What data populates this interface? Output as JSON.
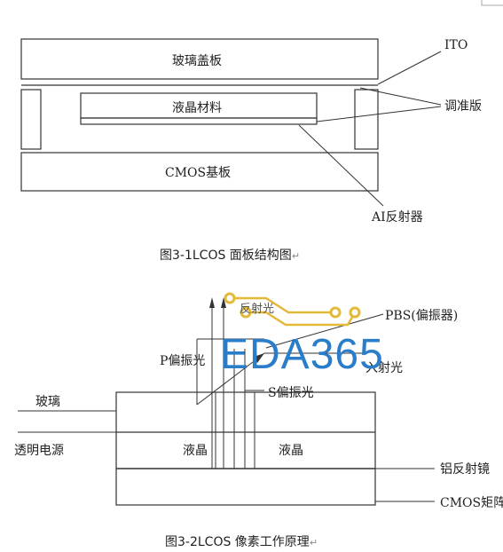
{
  "figure1": {
    "glass_cover": "玻璃盖板",
    "liquid_crystal": "液晶材料",
    "cmos_substrate": "CMOS基板",
    "ito": "ITO",
    "alignment_plate": "调准版",
    "al_reflector": "AI反射器",
    "caption": "图3-1LCOS 面板结构图",
    "caption_mark": "↵"
  },
  "figure2": {
    "reflected_light": "反射光",
    "pbs": "PBS(偏振器)",
    "p_polarized": "P偏振光",
    "incident_light": "入射光",
    "s_polarized": "S偏振光",
    "glass": "玻璃",
    "transparent_electrode": "透明电源",
    "lc_left": "液晶",
    "lc_right": "液晶",
    "al_mirror": "铝反射镜",
    "cmos_matrix": "CMOS矩阵",
    "caption": "图3-2LCOS 像素工作原理",
    "caption_mark": "↵"
  },
  "watermark": "EDA365"
}
